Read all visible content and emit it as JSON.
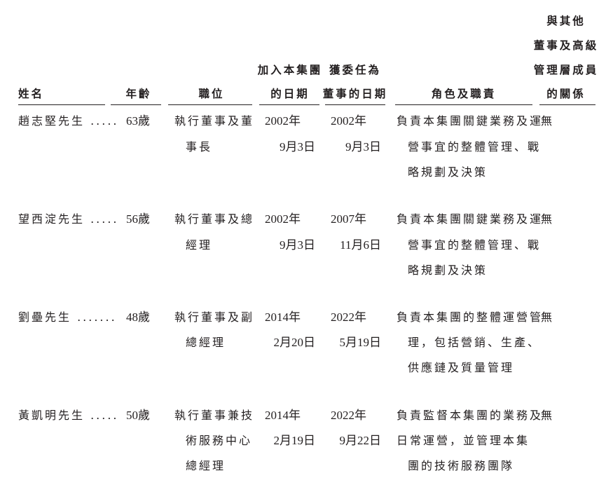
{
  "headers": {
    "name": "姓名",
    "age": "年齡",
    "position": "職位",
    "join_date": [
      "加入本集團",
      "的日期"
    ],
    "appoint_date": [
      "獲委任為",
      "董事的日期"
    ],
    "roles": "角色及職責",
    "relationship": [
      "與其他",
      "董事及高級",
      "管理層成員",
      "的關係"
    ]
  },
  "rows": [
    {
      "name": "趙志堅先生 .....",
      "age": "63歲",
      "position": [
        "執行董事及董",
        "事長"
      ],
      "join_date": [
        "2002年",
        "9月3日"
      ],
      "appoint_date": [
        "2002年",
        "9月3日"
      ],
      "roles": [
        "負責本集團關鍵業務及運",
        "營事宜的整體管理、戰",
        "略規劃及決策"
      ],
      "relationship": "無"
    },
    {
      "name": "望西淀先生 .....",
      "age": "56歲",
      "position": [
        "執行董事及總",
        "經理"
      ],
      "join_date": [
        "2002年",
        "9月3日"
      ],
      "appoint_date": [
        "2007年",
        "11月6日"
      ],
      "roles": [
        "負責本集團關鍵業務及運",
        "營事宜的整體管理、戰",
        "略規劃及決策"
      ],
      "relationship": "無"
    },
    {
      "name": "劉壘先生 .......",
      "age": "48歲",
      "position": [
        "執行董事及副",
        "總經理"
      ],
      "join_date": [
        "2014年",
        "2月20日"
      ],
      "appoint_date": [
        "2022年",
        "5月19日"
      ],
      "roles": [
        "負責本集團的整體運營管",
        "理，包括營銷、生產、",
        "供應鏈及質量管理"
      ],
      "relationship": "無"
    },
    {
      "name": "黃凱明先生 .....",
      "age": "50歲",
      "position": [
        "執行董事兼技",
        "術服務中心",
        "總經理"
      ],
      "join_date": [
        "2014年",
        "2月19日"
      ],
      "appoint_date": [
        "2022年",
        "9月22日"
      ],
      "roles": [
        "負責監督本集團的業務及",
        "日常運營，並管理本集",
        "團的技術服務團隊"
      ],
      "relationship": "無"
    }
  ]
}
